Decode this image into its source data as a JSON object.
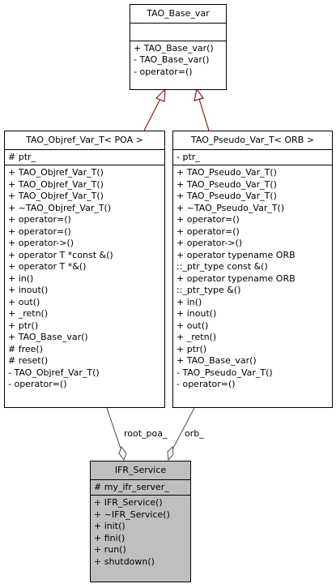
{
  "classes": {
    "base_var": {
      "title": "TAO_Base_var",
      "attributes": [],
      "methods": [
        "+ TAO_Base_var()",
        "- TAO_Base_var()",
        "- operator=()"
      ]
    },
    "objref_var": {
      "title": "TAO_Objref_Var_T< POA >",
      "attributes": [
        "# ptr_"
      ],
      "methods": [
        "+ TAO_Objref_Var_T()",
        "+ TAO_Objref_Var_T()",
        "+ TAO_Objref_Var_T()",
        "+ ~TAO_Objref_Var_T()",
        "+ operator=()",
        "+ operator=()",
        "+ operator->()",
        "+ operator T *const &()",
        "+ operator T *&()",
        "+ in()",
        "+ inout()",
        "+ out()",
        "+ _retn()",
        "+ ptr()",
        "+ TAO_Base_var()",
        "# free()",
        "# reset()",
        "- TAO_Objref_Var_T()",
        "- operator=()"
      ]
    },
    "pseudo_var": {
      "title": "TAO_Pseudo_Var_T< ORB >",
      "attributes": [
        "- ptr_"
      ],
      "methods": [
        "+ TAO_Pseudo_Var_T()",
        "+ TAO_Pseudo_Var_T()",
        "+ TAO_Pseudo_Var_T()",
        "+ ~TAO_Pseudo_Var_T()",
        "+ operator=()",
        "+ operator=()",
        "+ operator->()",
        "+ operator typename ORB",
        "::_ptr_type const &()",
        "+ operator typename ORB",
        "::_ptr_type &()",
        "+ in()",
        "+ inout()",
        "+ out()",
        "+ _retn()",
        "+ ptr()",
        "+ TAO_Base_var()",
        "- TAO_Pseudo_Var_T()",
        "- operator=()"
      ]
    },
    "ifr_service": {
      "title": "IFR_Service",
      "attributes": [
        "# my_ifr_server_"
      ],
      "methods": [
        "+ IFR_Service()",
        "+ ~IFR_Service()",
        "+ init()",
        "+ fini()",
        "+ run()",
        "+ shutdown()"
      ]
    }
  },
  "edges": {
    "root_poa_label": "root_poa_",
    "orb_label": "orb_"
  }
}
